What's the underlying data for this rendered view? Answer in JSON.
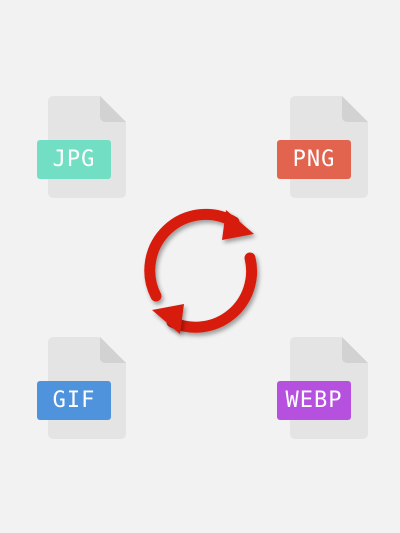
{
  "files": [
    {
      "key": "jpg",
      "label": "JPG",
      "color": "#72dfc4"
    },
    {
      "key": "png",
      "label": "PNG",
      "color": "#e2644f"
    },
    {
      "key": "gif",
      "label": "GIF",
      "color": "#4f93dd"
    },
    {
      "key": "webp",
      "label": "WEBP",
      "color": "#b650df"
    }
  ],
  "convert_icon": {
    "name": "convert-cycle-icon",
    "color": "#d71e0a"
  },
  "doc_icon": {
    "body_color": "#e4e4e4",
    "fold_color": "#d2d2d2"
  }
}
